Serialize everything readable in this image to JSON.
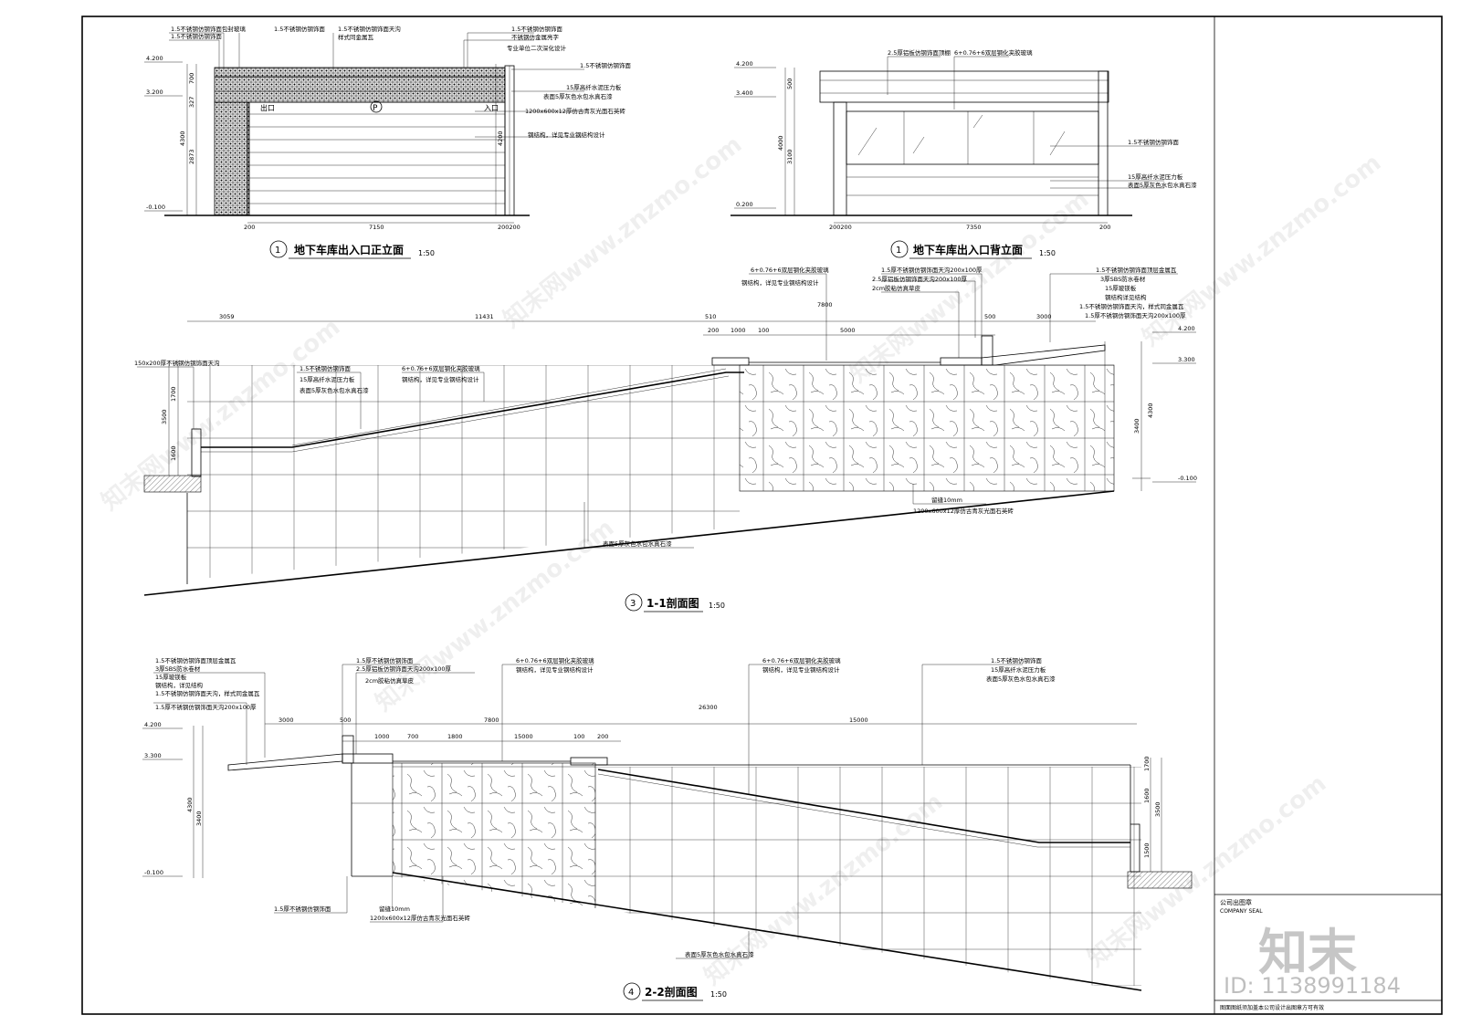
{
  "drawing": {
    "view1": {
      "number": "1",
      "title": "地下车库出入口正立面",
      "scale": "1:50",
      "levels": [
        "4.200",
        "3.200",
        "-0.100"
      ],
      "sign_exit": "出口",
      "sign_entry": "入口",
      "parking_symbol": "P",
      "dims_bottom": [
        "200",
        "7150",
        "200200"
      ],
      "dims_left": [
        "700",
        "327",
        "4300",
        "2873"
      ],
      "dim_right": "4200",
      "notes_top": [
        "1.5不锈钢仿钢饰面包封玻璃",
        "1.5不锈钢仿钢饰面",
        "1.5不锈钢仿钢饰面",
        "1.5不锈钢仿钢饰面天沟",
        "1.5不锈钢仿钢饰面",
        "样式同金属瓦",
        "不锈钢仿金属亮字",
        "专业单位二次深化设计"
      ],
      "notes_right": [
        "1.5不锈钢仿钢饰面",
        "15厚高纤水泥压力板",
        "表面5厚灰色水包水真石漆",
        "1200x600x12厚仿古青灰光面石英砖",
        "钢结构，详见专业钢结构设计"
      ]
    },
    "view2": {
      "number": "1",
      "title": "地下车库出入口背立面",
      "scale": "1:50",
      "levels": [
        "4.200",
        "3.400",
        "0.200"
      ],
      "dims_bottom": [
        "200200",
        "7350",
        "200"
      ],
      "dims_left": [
        "500",
        "4000",
        "3100"
      ],
      "notes_top": [
        "2.5厚铝板仿钢饰面顶棚",
        "6+0.76+6双层钢化夹胶玻璃"
      ],
      "notes_right": [
        "1.5不锈钢仿钢饰面",
        "15厚高纤水泥压力板",
        "表面5厚灰色水包水真石漆"
      ]
    },
    "view3": {
      "number": "3",
      "title": "1-1剖面图",
      "scale": "1:50",
      "levels": [
        "4.200",
        "3.300",
        "-0.100"
      ],
      "dims_top": [
        "3059",
        "11431",
        "510",
        "7800",
        "5000",
        "3000",
        "1000",
        "100",
        "200",
        "500"
      ],
      "dims_side": [
        "1700",
        "3500",
        "1600",
        "3400",
        "4300"
      ],
      "notes": [
        "150x200厚不锈钢仿钢饰面天沟",
        "1.5不锈钢仿钢饰面",
        "15厚高纤水泥压力板",
        "表面5厚灰色水包水真石漆",
        "6+0.76+6双层钢化夹胶玻璃",
        "钢结构，详见专业钢结构设计",
        "1.5不锈钢仿钢饰面顶层金属瓦",
        "3厚SBS防水卷材",
        "15厚玻镁板",
        "钢结构详见结构",
        "1.5不锈钢仿钢饰面天沟，样式同金属瓦",
        "1.5厚不锈钢仿钢饰面天沟200x100厚",
        "2.5厚铝板仿钢饰面天沟200x100厚",
        "2cm胶粘仿真草皮",
        "留缝10mm",
        "1200x600x12厚仿古青灰光面石英砖",
        "表面5厚灰色水包水真石漆"
      ]
    },
    "view4": {
      "number": "4",
      "title": "2-2剖面图",
      "scale": "1:50",
      "levels": [
        "4.200",
        "3.300",
        "-0.100"
      ],
      "dims_top": [
        "26300",
        "3000",
        "500",
        "7800",
        "15000",
        "1800",
        "1000",
        "700",
        "100",
        "200"
      ],
      "dims_side": [
        "4300",
        "3400",
        "1600",
        "3500",
        "1500",
        "1700"
      ],
      "notes": [
        "1.5不锈钢仿钢饰面顶层金属瓦",
        "3厚SBS防水卷材",
        "15厚玻镁板",
        "钢结构，详见结构",
        "1.5不锈钢仿钢饰面天沟，样式同金属瓦",
        "1.5厚不锈钢仿钢饰面天沟200x100厚",
        "1.5厚不锈钢仿钢饰面",
        "2.5厚铝板仿钢饰面天沟200x100厚",
        "2cm胶粘仿真草皮",
        "6+0.76+6双层钢化夹胶玻璃",
        "钢结构，详见专业钢结构设计",
        "1.5不锈钢仿钢饰面",
        "15厚高纤水泥压力板",
        "表面5厚灰色水包水真石漆",
        "1.5厚不锈钢仿钢饰面",
        "留缝10mm",
        "1200x600x12厚仿古青灰光面石英砖",
        "表面5厚灰色水包水真石漆"
      ]
    },
    "title_block": {
      "company_seal_cn": "公司出图章",
      "company_seal_en": "COMPANY SEAL",
      "footer_note": "图面图纸须加盖本公司设计出图章方可有效"
    }
  },
  "watermark": {
    "text": "知末网www.znzmo.com",
    "logo": "知末",
    "id": "ID: 1138991184"
  }
}
